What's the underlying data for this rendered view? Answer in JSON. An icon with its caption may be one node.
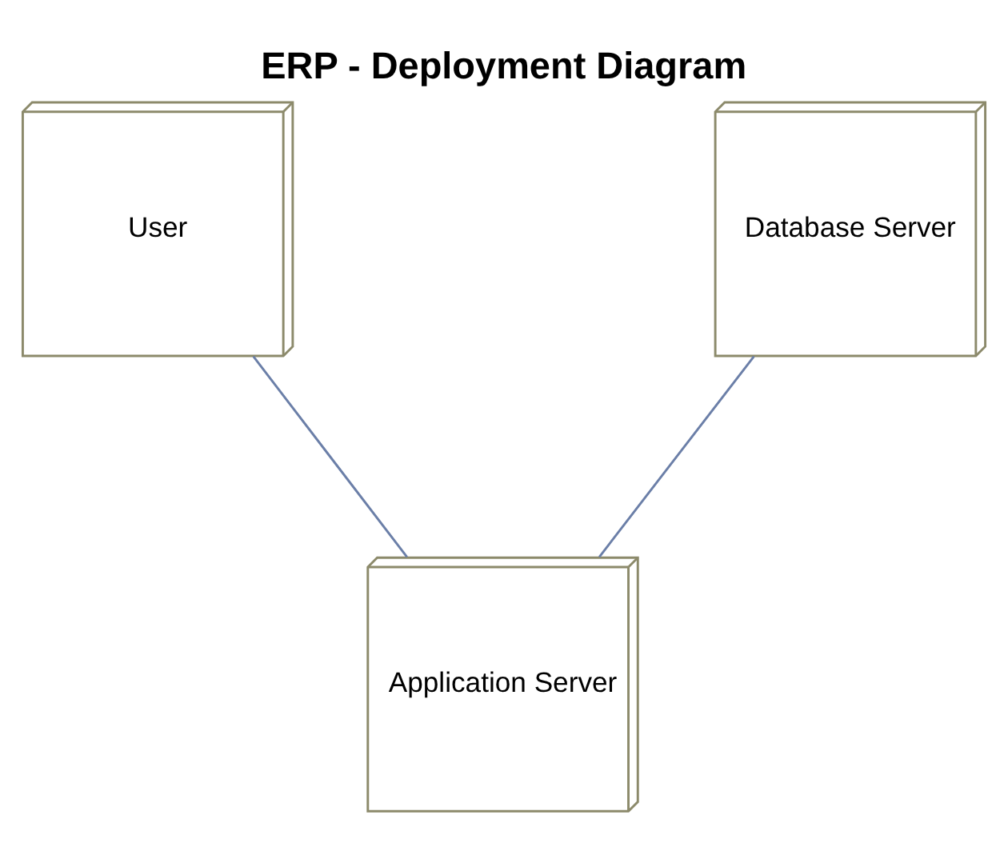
{
  "diagram": {
    "title": "ERP - Deployment Diagram",
    "nodes": [
      {
        "text": [
          "User"
        ]
      },
      {
        "text": [
          "Database Server"
        ]
      },
      {
        "text": [
          "Application Server"
        ]
      }
    ],
    "edges": [
      {
        "from": 0,
        "to": 2,
        "arrow": "none"
      },
      {
        "from": 1,
        "to": 2,
        "arrow": "none"
      }
    ]
  }
}
